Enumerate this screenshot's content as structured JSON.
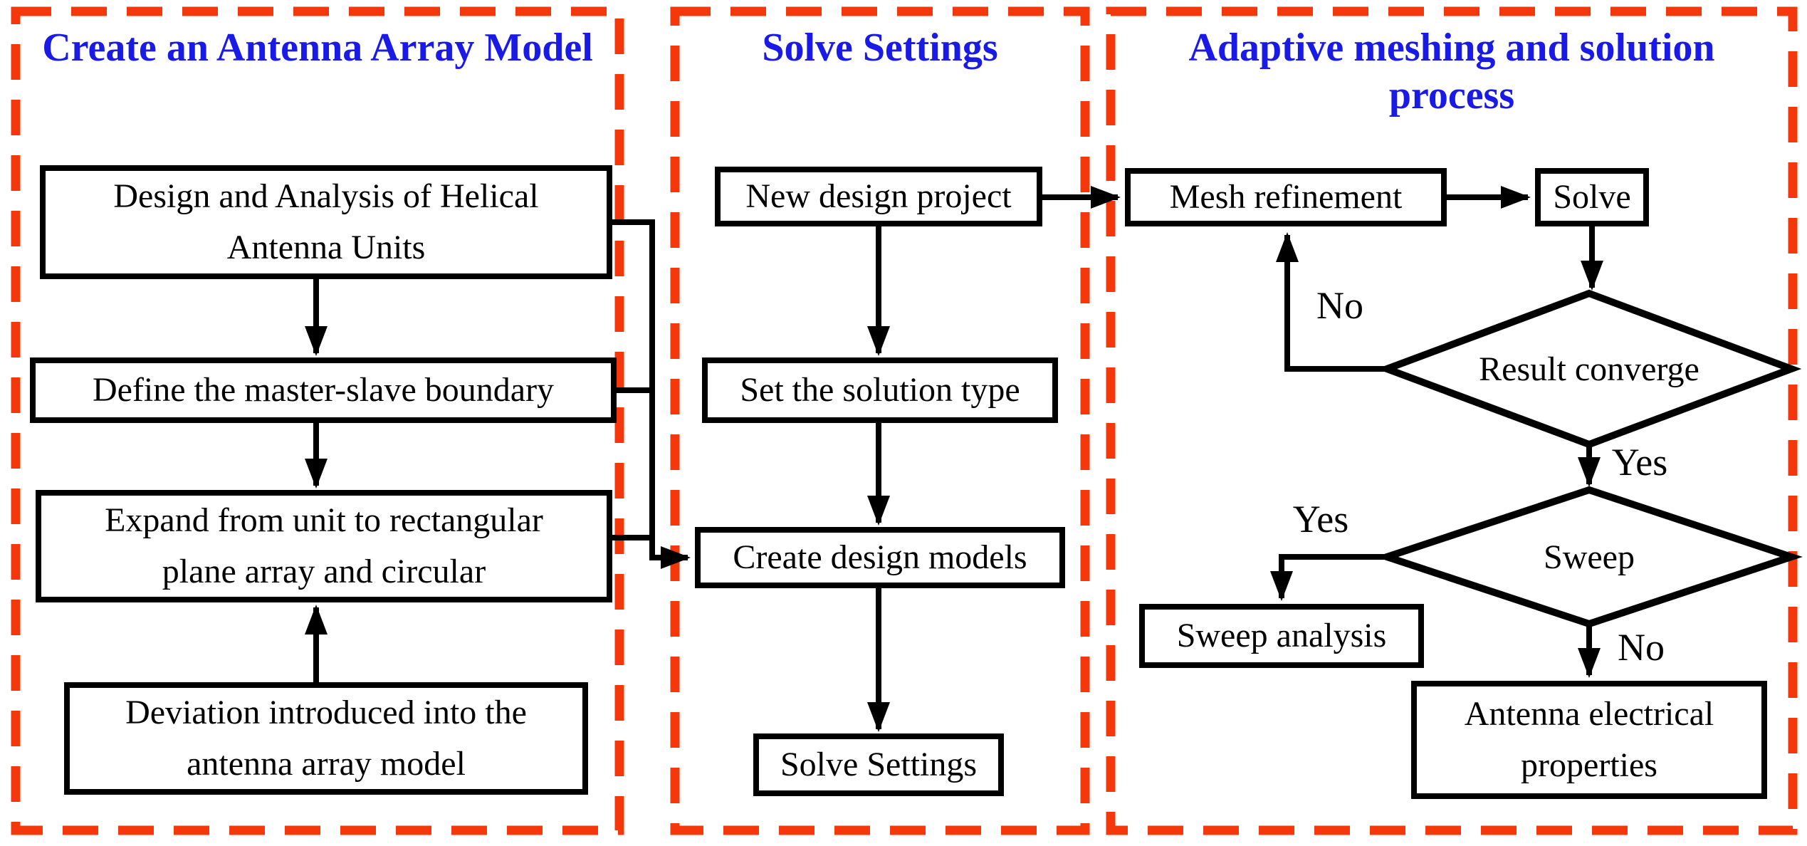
{
  "diagram_type": "flowchart",
  "colors": {
    "panel_border_red": "#f5380b",
    "title_blue": "#1a1ae6",
    "node_border_black": "#000000",
    "node_fill_white": "#ffffff"
  },
  "panels": [
    {
      "title": "Create an Antenna Array Model",
      "nodes": [
        {
          "id": "design-helical",
          "lines": [
            "Design and Analysis of Helical",
            "Antenna Units"
          ]
        },
        {
          "id": "master-slave",
          "lines": [
            "Define the master-slave boundary"
          ]
        },
        {
          "id": "expand-array",
          "lines": [
            "Expand from unit to rectangular",
            "plane array and circular"
          ]
        },
        {
          "id": "deviation",
          "lines": [
            "Deviation introduced into the",
            "antenna array model"
          ]
        }
      ]
    },
    {
      "title": "Solve Settings",
      "nodes": [
        {
          "id": "new-design-project",
          "lines": [
            "New design project"
          ]
        },
        {
          "id": "set-solution-type",
          "lines": [
            "Set the solution type"
          ]
        },
        {
          "id": "create-design-models",
          "lines": [
            "Create design models"
          ]
        },
        {
          "id": "solve-settings",
          "lines": [
            "Solve Settings"
          ]
        }
      ]
    },
    {
      "title_lines": [
        "Adaptive meshing and solution",
        "process"
      ],
      "nodes": [
        {
          "id": "mesh-refinement",
          "lines": [
            "Mesh refinement"
          ]
        },
        {
          "id": "solve",
          "lines": [
            "Solve"
          ]
        },
        {
          "id": "result-converge",
          "shape": "diamond",
          "lines": [
            "Result converge"
          ]
        },
        {
          "id": "sweep",
          "shape": "diamond",
          "lines": [
            "Sweep"
          ]
        },
        {
          "id": "sweep-analysis",
          "lines": [
            "Sweep analysis"
          ]
        },
        {
          "id": "antenna-electrical",
          "lines": [
            "Antenna electrical",
            "properties"
          ]
        }
      ],
      "edge_labels": [
        {
          "id": "no-loop",
          "text": "No"
        },
        {
          "id": "yes-converge",
          "text": "Yes"
        },
        {
          "id": "yes-sweep",
          "text": "Yes"
        },
        {
          "id": "no-sweep",
          "text": "No"
        }
      ]
    }
  ]
}
